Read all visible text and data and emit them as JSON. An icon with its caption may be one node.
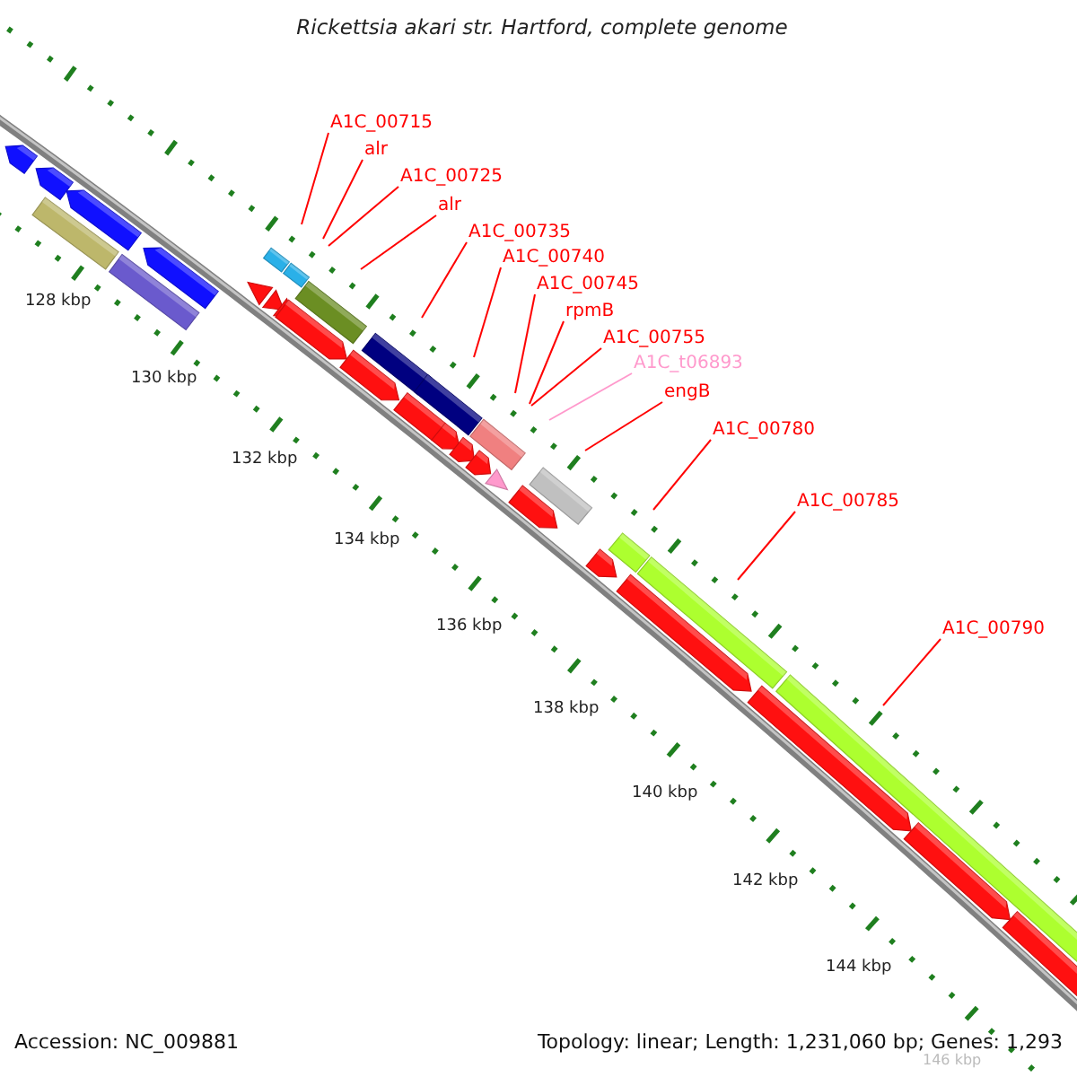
{
  "diagram": {
    "title": "Rickettsia akari str. Hartford, complete genome",
    "nodes": [
      {
        "text": [
          "A1C_00715"
        ]
      },
      {
        "text": [
          "alr"
        ]
      },
      {
        "text": [
          "A1C_00725"
        ]
      },
      {
        "text": [
          "alr"
        ]
      },
      {
        "text": [
          "A1C_00735"
        ]
      },
      {
        "text": [
          "A1C_00740"
        ]
      },
      {
        "text": [
          "A1C_00745"
        ]
      },
      {
        "text": [
          "rpmB"
        ]
      },
      {
        "text": [
          "A1C_00755"
        ]
      },
      {
        "text": [
          "A1C_t06893"
        ]
      },
      {
        "text": [
          "engB"
        ]
      },
      {
        "text": [
          "A1C_00780"
        ]
      },
      {
        "text": [
          "A1C_00785"
        ]
      },
      {
        "text": [
          "A1C_00790"
        ]
      }
    ],
    "edges": [
      {
        "from": 0,
        "to": null,
        "arrow": "none"
      },
      {
        "from": 1,
        "to": null,
        "arrow": "none"
      },
      {
        "from": 2,
        "to": null,
        "arrow": "none"
      },
      {
        "from": 3,
        "to": null,
        "arrow": "none"
      },
      {
        "from": 4,
        "to": null,
        "arrow": "none"
      },
      {
        "from": 5,
        "to": null,
        "arrow": "none"
      },
      {
        "from": 6,
        "to": null,
        "arrow": "none"
      },
      {
        "from": 7,
        "to": null,
        "arrow": "none"
      },
      {
        "from": 8,
        "to": null,
        "arrow": "none"
      },
      {
        "from": 9,
        "to": null,
        "arrow": "none",
        "color": "#ff99cc"
      },
      {
        "from": 10,
        "to": null,
        "arrow": "none"
      },
      {
        "from": 11,
        "to": null,
        "arrow": "none"
      },
      {
        "from": 12,
        "to": null,
        "arrow": "none"
      },
      {
        "from": 13,
        "to": null,
        "arrow": "none"
      }
    ],
    "labels": [
      "128 kbp",
      "130 kbp",
      "132 kbp",
      "134 kbp",
      "136 kbp",
      "138 kbp",
      "140 kbp",
      "142 kbp",
      "144 kbp",
      "146 kbp",
      "Accession: NC_009881",
      "Topology: linear; Length: 1,231,060 bp; Genes: 1,293"
    ]
  }
}
